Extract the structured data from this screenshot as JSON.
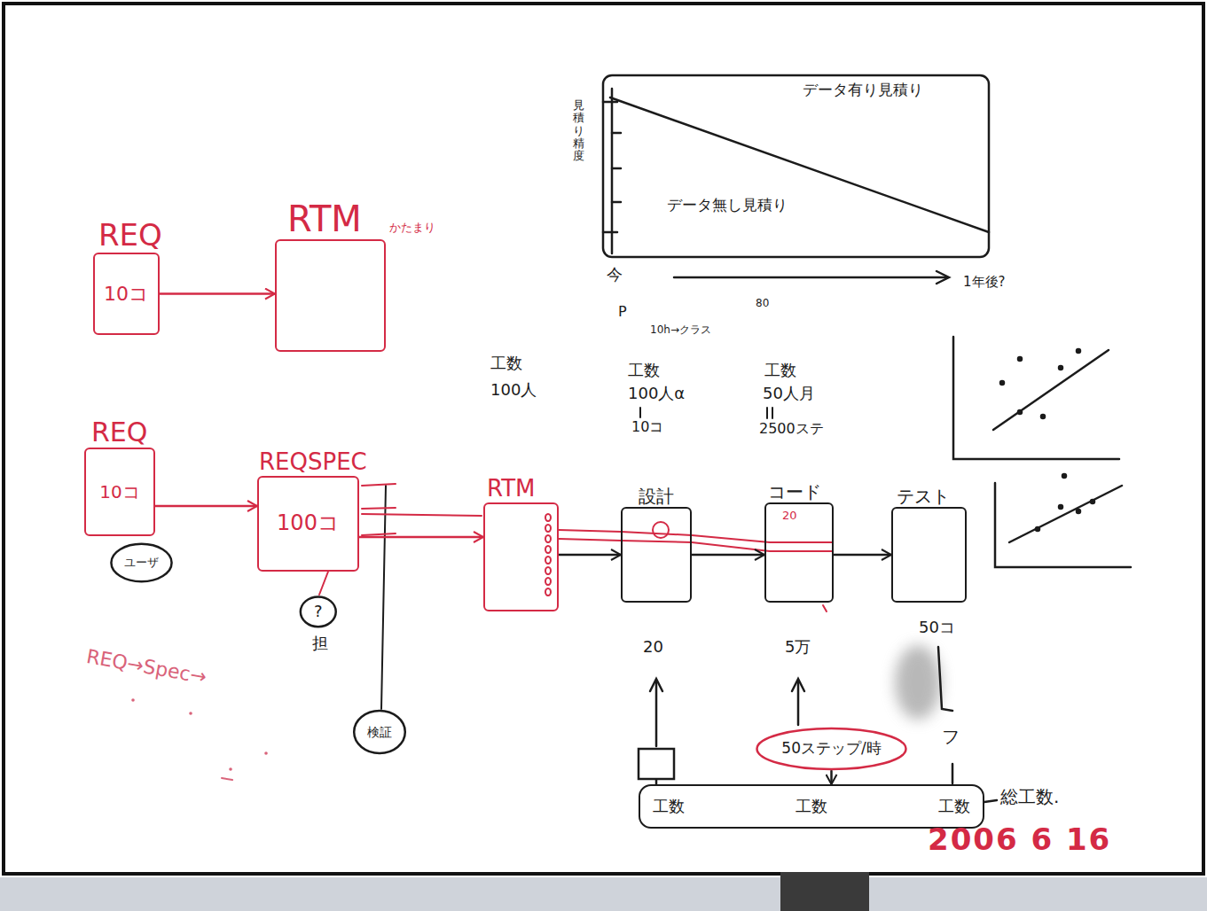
{
  "diagram": {
    "nodes": [
      {
        "text": [
          "REQ",
          "10コ"
        ]
      },
      {
        "text": [
          "RTM",
          "かたまり"
        ]
      },
      {
        "text": [
          "REQ",
          "10コ"
        ]
      },
      {
        "text": [
          "ユーザ"
        ]
      },
      {
        "text": [
          "REQSPEC",
          "100コ"
        ]
      },
      {
        "text": [
          "?"
        ]
      },
      {
        "text": [
          "検証"
        ]
      },
      {
        "text": [
          "RTM"
        ]
      },
      {
        "text": [
          "設計"
        ]
      },
      {
        "text": [
          "コード",
          "20"
        ]
      },
      {
        "text": [
          "テスト"
        ]
      },
      {
        "text": [
          "50ステップ/時"
        ]
      },
      {
        "text": [
          "工数",
          "工数",
          "工数"
        ]
      }
    ],
    "edges": [
      {
        "from": 0,
        "to": 1,
        "arrow": "to"
      },
      {
        "from": 2,
        "to": 4,
        "arrow": "to"
      },
      {
        "from": 4,
        "to": 7,
        "arrow": "to"
      },
      {
        "from": 7,
        "to": 8,
        "arrow": "to"
      },
      {
        "from": 8,
        "to": 9,
        "arrow": "to"
      },
      {
        "from": 9,
        "to": 10,
        "arrow": "to"
      },
      {
        "from": 11,
        "to": 12,
        "arrow": "to"
      }
    ],
    "labels": [
      "見積り精度",
      "データ有り見積り",
      "データ無し見積り",
      "今",
      "1年後?",
      "P",
      "10h→クラス",
      "80",
      "工数",
      "100人",
      "工数",
      "100人α",
      "10コ",
      "工数",
      "50人月",
      "2500ステ",
      "担",
      "20",
      "5万",
      "50コ",
      "フ",
      "総工数.",
      "REQ→Spec→",
      "2006 6 16"
    ]
  }
}
